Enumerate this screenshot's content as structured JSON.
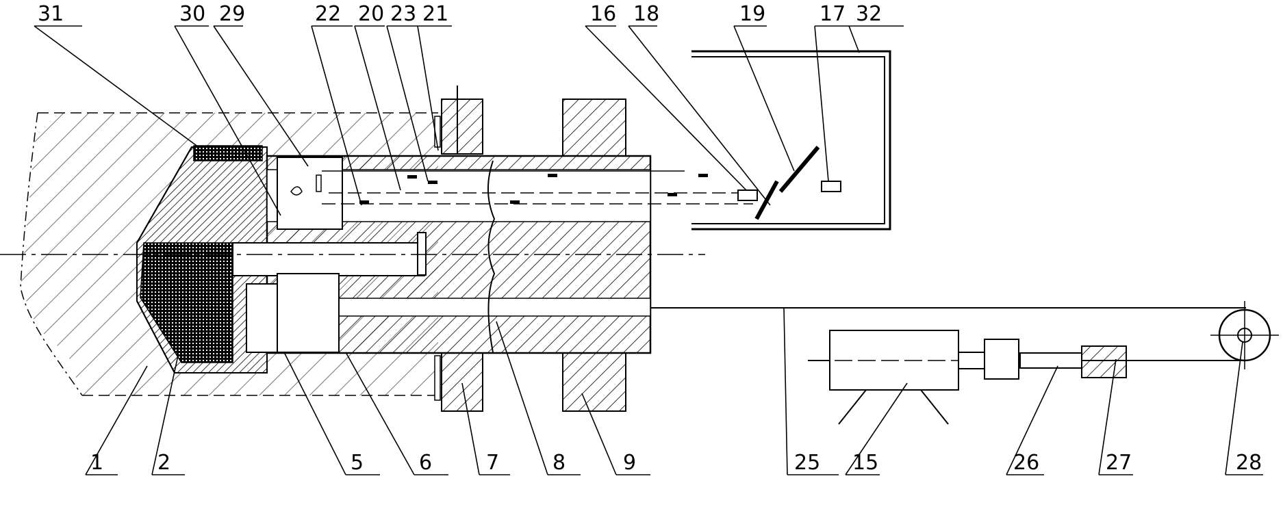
{
  "diagram": {
    "labels_top": [
      "31",
      "30",
      "29",
      "22",
      "20",
      "23",
      "21",
      "16",
      "18",
      "19",
      "17",
      "32"
    ],
    "labels_bottom": [
      "1",
      "2",
      "5",
      "6",
      "7",
      "8",
      "9",
      "25",
      "15",
      "26",
      "27",
      "28"
    ]
  }
}
